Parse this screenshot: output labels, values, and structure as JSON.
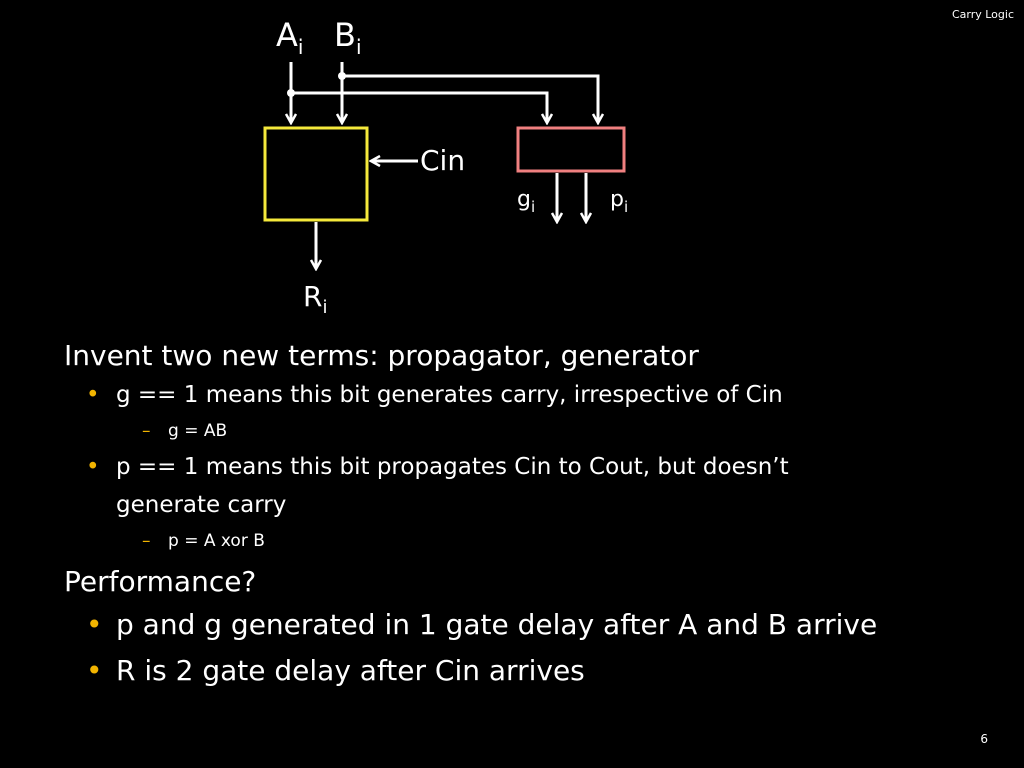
{
  "header": {
    "title": "Carry Logic"
  },
  "page_number": "6",
  "diagram": {
    "input_a": {
      "letter": "A",
      "subscript": "i"
    },
    "input_b": {
      "letter": "B",
      "subscript": "i"
    },
    "carry_in": "Cin",
    "output_r": {
      "letter": "R",
      "subscript": "i"
    },
    "output_g": {
      "letter": "g",
      "subscript": "i"
    },
    "output_p": {
      "letter": "p",
      "subscript": "i"
    },
    "colors": {
      "adder_box": "#f5e93b",
      "pg_box": "#f08080",
      "wires": "#ffffff",
      "bullet": "#f2b400"
    }
  },
  "content": {
    "heading1": "Invent two new terms: propagator, generator",
    "bullet_g": "g == 1 means this bit generates carry, irrespective of Cin",
    "sub_g": "g = AB",
    "bullet_p_line1": "p == 1 means this bit propagates Cin to Cout, but doesn’t",
    "bullet_p_line2": "generate carry",
    "sub_p": "p = A xor B",
    "heading2": "Performance?",
    "bullet_perf1": "p and g generated in 1 gate delay after A and B arrive",
    "bullet_perf2": "R is 2 gate delay after Cin arrives",
    "bullet_symbol": "•",
    "dash_symbol": "–"
  }
}
